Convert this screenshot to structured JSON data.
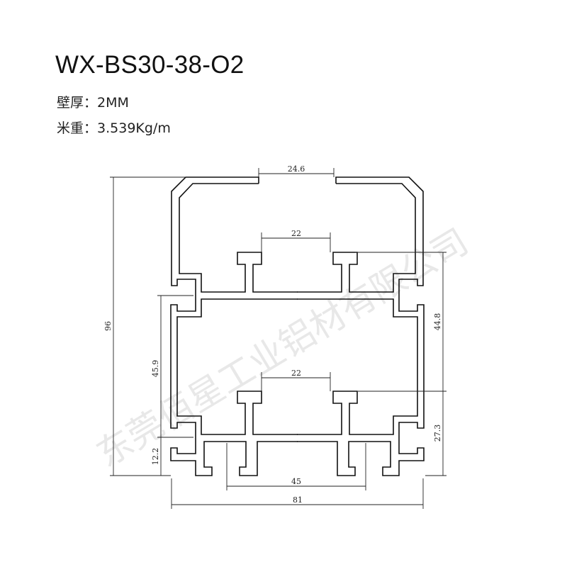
{
  "header": {
    "title": "WX-BS30-38-O2",
    "specs": [
      {
        "label": "壁厚：",
        "value": "2MM"
      },
      {
        "label": "米重：",
        "value": "3.539Kg/m"
      }
    ]
  },
  "drawing": {
    "dimensions": {
      "top_gap": "24.6",
      "upper_slot": "22",
      "lower_slot": "22",
      "total_height": "96",
      "middle_height": "45.9",
      "bottom_height": "12.2",
      "right_upper": "44.8",
      "right_lower": "27.3",
      "bottom_slots": "45",
      "total_width": "81"
    },
    "watermark": "东莞佰星工业铝材有限公司"
  }
}
